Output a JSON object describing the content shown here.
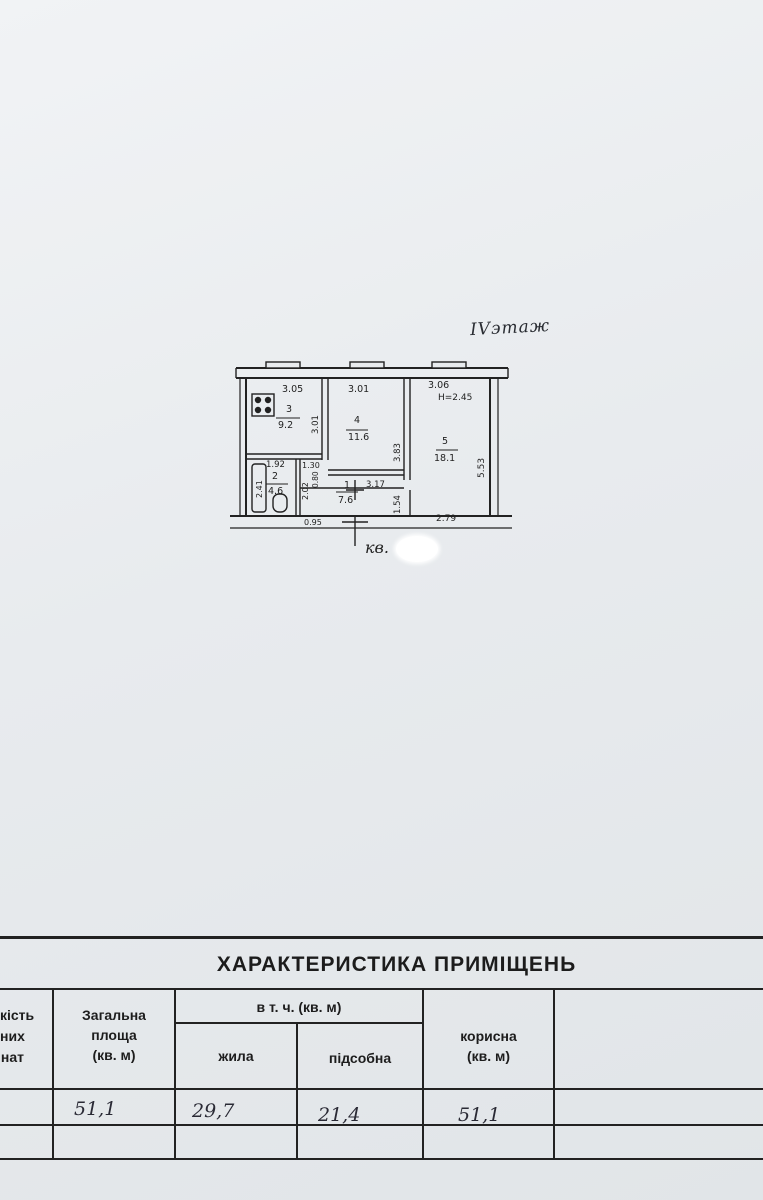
{
  "floor_note": "IVэтаж",
  "apartment_label": "кв.",
  "plan": {
    "rooms": [
      {
        "number": "3",
        "area": "9.2"
      },
      {
        "number": "4",
        "area": "11.6"
      },
      {
        "number": "5",
        "area": "18.1"
      },
      {
        "number": "2",
        "area": "4.6"
      },
      {
        "number": "1",
        "area": "7.6"
      }
    ],
    "dimensions": [
      "3.05",
      "3.01",
      "3.06",
      "H=2.45",
      "3.01",
      "3.83",
      "5.53",
      "1.92",
      "1.30",
      "2.41",
      "2.02",
      "0.80",
      "3.17",
      "1.54",
      "2.79",
      "0.95"
    ]
  },
  "table": {
    "title": "ХАРАКТЕРИСТИКА ПРИМІЩЕНЬ",
    "col_left_partial": [
      "кість",
      "них",
      "нат"
    ],
    "col_total": [
      "Загальна",
      "площа",
      "(кв. м)"
    ],
    "col_incl": "в т. ч. (кв. м)",
    "col_living": "жила",
    "col_auxiliary": "підсобна",
    "col_useful": [
      "корисна",
      "(кв. м)"
    ],
    "values": {
      "total": "51,1",
      "living": "29,7",
      "auxiliary": "21,4",
      "useful": "51,1"
    }
  }
}
